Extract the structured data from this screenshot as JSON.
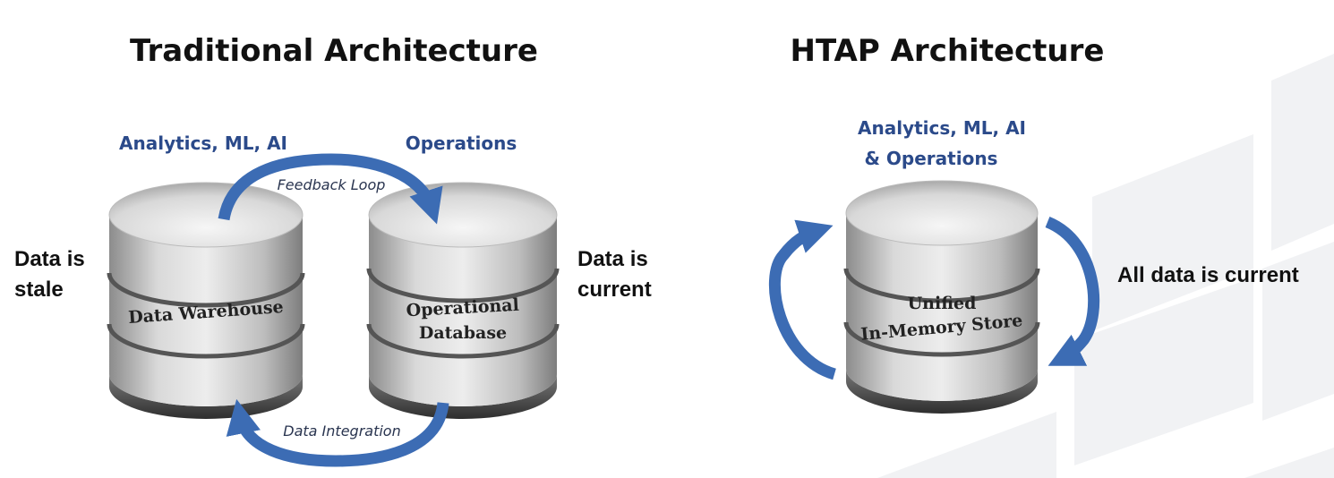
{
  "colors": {
    "arrow": "#3c6cb4",
    "label_blue": "#2b4a8a",
    "watermark": "#f1f2f4"
  },
  "traditional": {
    "title": "Traditional Architecture",
    "analytics_label": "Analytics, ML, AI",
    "operations_label": "Operations",
    "feedback_loop": "Feedback Loop",
    "data_integration": "Data Integration",
    "stale_line1": "Data is",
    "stale_line2": "stale",
    "current_line1": "Data is",
    "current_line2": "current",
    "warehouse_label": "Data Warehouse",
    "opdb_line1": "Operational",
    "opdb_line2": "Database"
  },
  "htap": {
    "title": "HTAP Architecture",
    "label_line1": "Analytics, ML, AI",
    "label_line2": "& Operations",
    "store_line1": "Unified",
    "store_line2": "In-Memory Store",
    "current_label": "All data is current"
  }
}
